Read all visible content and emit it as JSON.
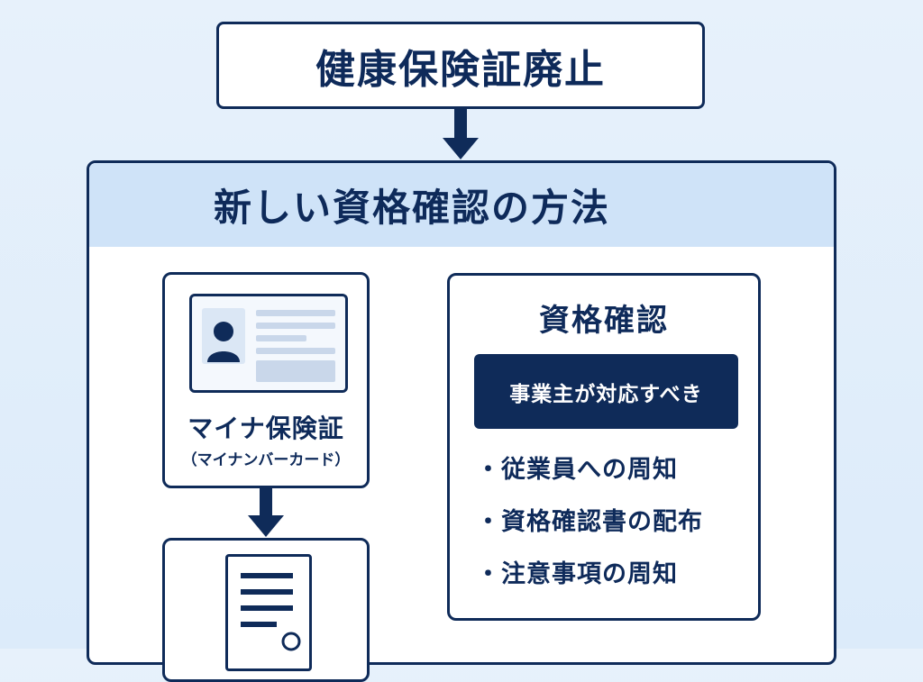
{
  "top": {
    "title": "健康保険証廃止"
  },
  "main": {
    "title": "新しい資格確認の方法"
  },
  "left_card": {
    "label": "マイナ保険証",
    "sub_label": "（マイナンバーカード）",
    "icon": "id-card-icon"
  },
  "doc_card": {
    "icon": "document-icon"
  },
  "right_card": {
    "title": "資格確認",
    "banner": "事業主が対応すべき",
    "bullets": [
      "・従業員への周知",
      "・資格確認書の配布",
      "・注意事項の周知"
    ]
  },
  "colors": {
    "navy": "#0f2b59",
    "header_blue": "#cfe3f8",
    "background": "#e2eefa"
  }
}
